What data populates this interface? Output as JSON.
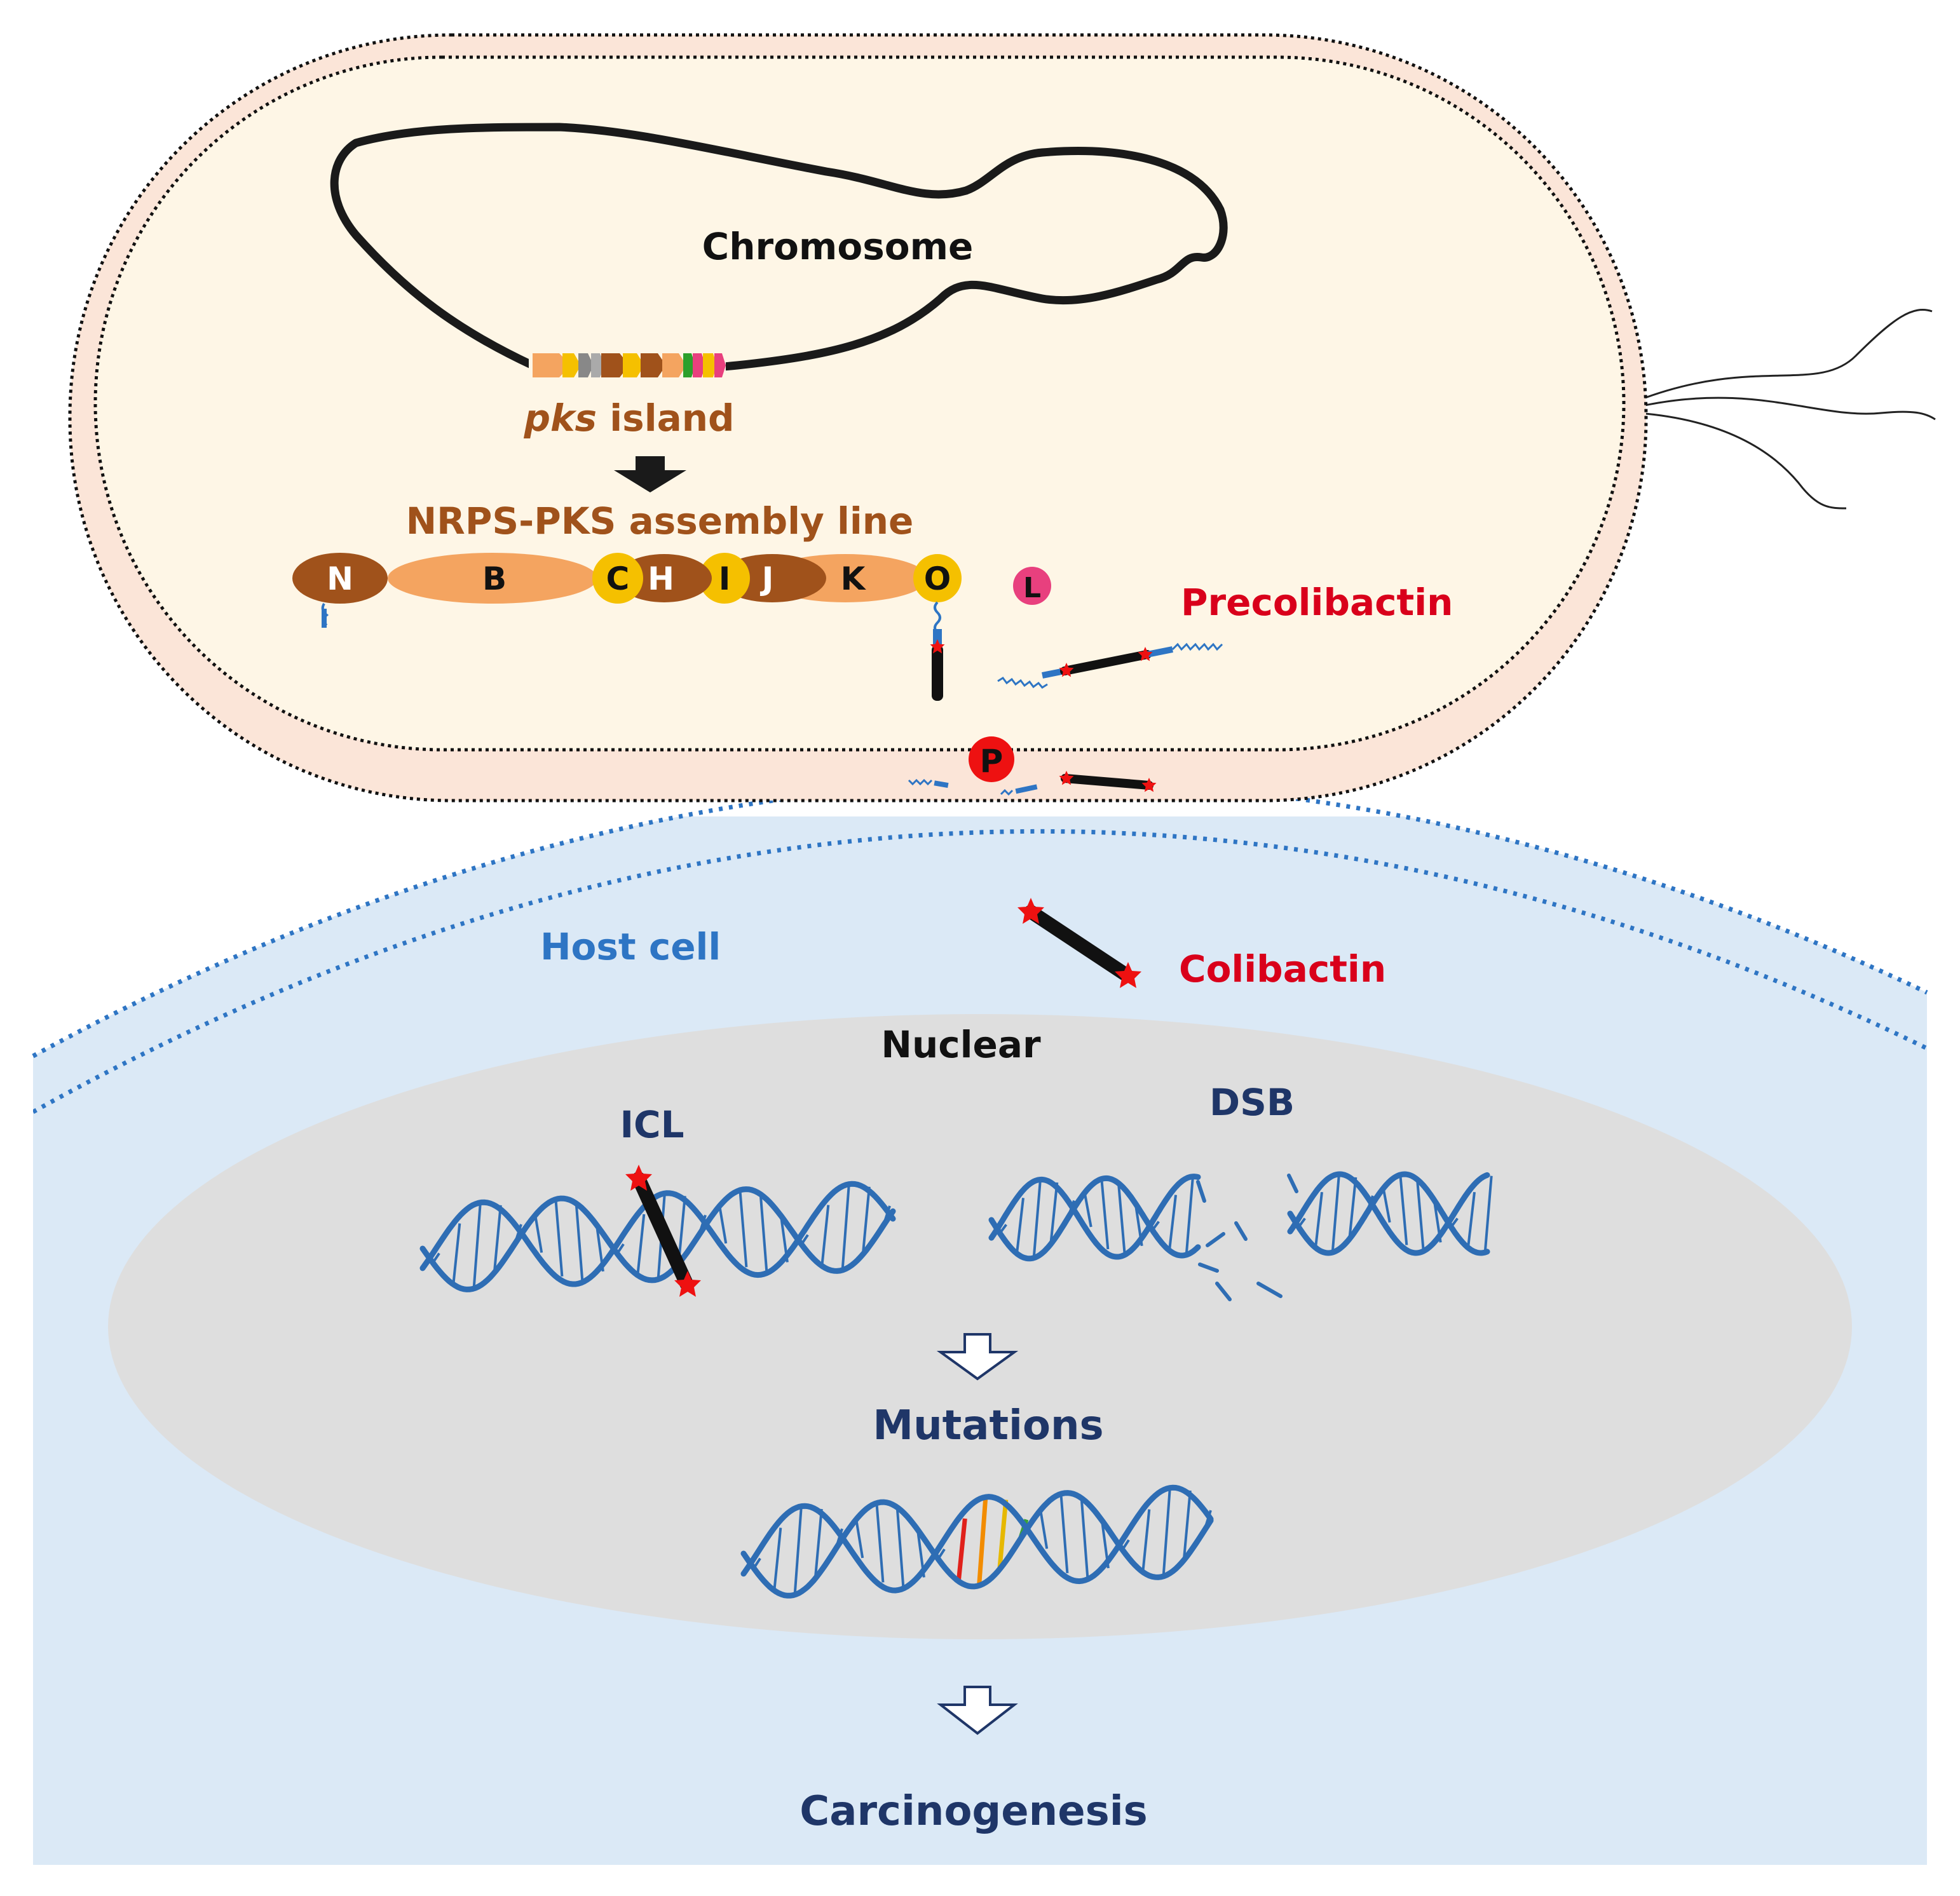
{
  "labels": {
    "chromosome": "Chromosome",
    "pks_italic": "pks",
    "pks_rest": " island",
    "assembly_line": "NRPS-PKS assembly line",
    "precolibactin": "Precolibactin",
    "host_cell": "Host cell",
    "colibactin": "Colibactin",
    "nuclear": "Nuclear",
    "icl": "ICL",
    "dsb": "DSB",
    "mutations": "Mutations",
    "carcinogenesis": "Carcinogenesis"
  },
  "modules": {
    "N": "N",
    "B": "B",
    "C": "C",
    "H": "H",
    "I": "I",
    "J": "J",
    "K": "K",
    "O": "O",
    "L": "L",
    "P": "P"
  },
  "colors": {
    "cell_fill": "#fef6e6",
    "cell_wall": "#fbe5d8",
    "host_fill": "#dbe9f6",
    "host_border": "#2e75c4",
    "nucleus_fill": "#dedede",
    "dna_blue": "#2e6db4",
    "dark_navy": "#1f3668",
    "brown_label": "#a0521b",
    "red_label": "#d9001b",
    "host_label": "#2e75c4",
    "orange_module": "#f4a460",
    "brown_module": "#a0521b",
    "yellow_module": "#f5c000",
    "pink_module": "#e8407e",
    "red_module": "#ee1111"
  }
}
